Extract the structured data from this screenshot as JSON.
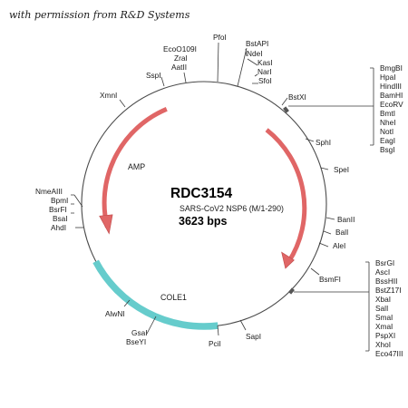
{
  "credit": "with permission from R&D Systems",
  "plasmid": {
    "name": "RDC3154",
    "insert": "SARS-CoV2 NSP6 (M/1-290)",
    "size": "3623 bps"
  },
  "features": {
    "amp": "AMP",
    "cole1": "COLE1"
  },
  "colors": {
    "backbone": "#4a4a4a",
    "amp_arrow": "#e06666",
    "insert_arrow": "#e06666",
    "ori": "#66cccc"
  },
  "sites": {
    "XmnI": "XmnI",
    "SspI": "SspI",
    "EcoO109I": "EcoO109I",
    "ZraI": "ZraI",
    "AatII": "AatII",
    "PfoI": "PfoI",
    "BstAPI": "BstAPI",
    "NdeI": "NdeI",
    "KasI": "KasI",
    "NarI": "NarI",
    "SfoI": "SfoI",
    "BstXI": "BstXI",
    "SphI": "SphI",
    "SpeI": "SpeI",
    "BanII": "BanII",
    "BalI": "BalI",
    "AleI": "AleI",
    "BsmFI": "BsmFI",
    "SapI": "SapI",
    "PciI": "PciI",
    "BseYI": "BseYI",
    "GsaI": "GsaI",
    "AlwNI": "AlwNI",
    "AhdI": "AhdI",
    "BsaI": "BsaI",
    "BsrFI": "BsrFI",
    "BpmI": "BpmI",
    "NmeAIII": "NmeAIII"
  },
  "mcs_top": [
    "BmgBI",
    "HpaI",
    "HindIII",
    "BamHI",
    "EcoRV",
    "BmtI",
    "NheI",
    "NotI",
    "EagI",
    "BsgI"
  ],
  "mcs_bottom": [
    "BsrGI",
    "AscI",
    "BssHII",
    "BstZ17I",
    "XbaI",
    "SalI",
    "SmaI",
    "XmaI",
    "PspXI",
    "XhoI",
    "Eco47III"
  ]
}
